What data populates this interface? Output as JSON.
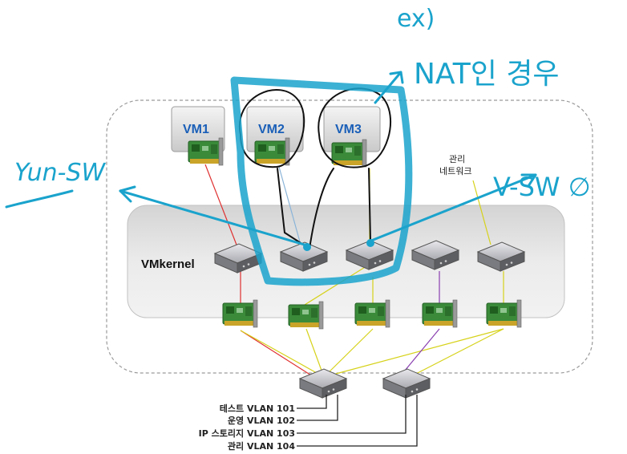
{
  "vms": [
    {
      "label": "VM1"
    },
    {
      "label": "VM2"
    },
    {
      "label": "VM3"
    }
  ],
  "vmkernel": {
    "label": "VMkernel"
  },
  "management_network": {
    "line1": "관리",
    "line2": "네트워크"
  },
  "vlans": [
    {
      "label": "테스트 VLAN 101"
    },
    {
      "label": "운영 VLAN 102"
    },
    {
      "label": "IP 스토리지 VLAN 103"
    },
    {
      "label": "관리 VLAN 104"
    }
  ],
  "annotations": {
    "ex": "ex)",
    "nat_case": "NAT인 경우",
    "left_switch": "Yun-SW",
    "right_switch": "V-SW ∅"
  },
  "colors": {
    "annotation": "#1aa3cc",
    "vm_text": "#1a5fb8",
    "red_link": "#e03030",
    "yellow_link": "#d6d21a",
    "purple_link": "#8a3fb0"
  }
}
